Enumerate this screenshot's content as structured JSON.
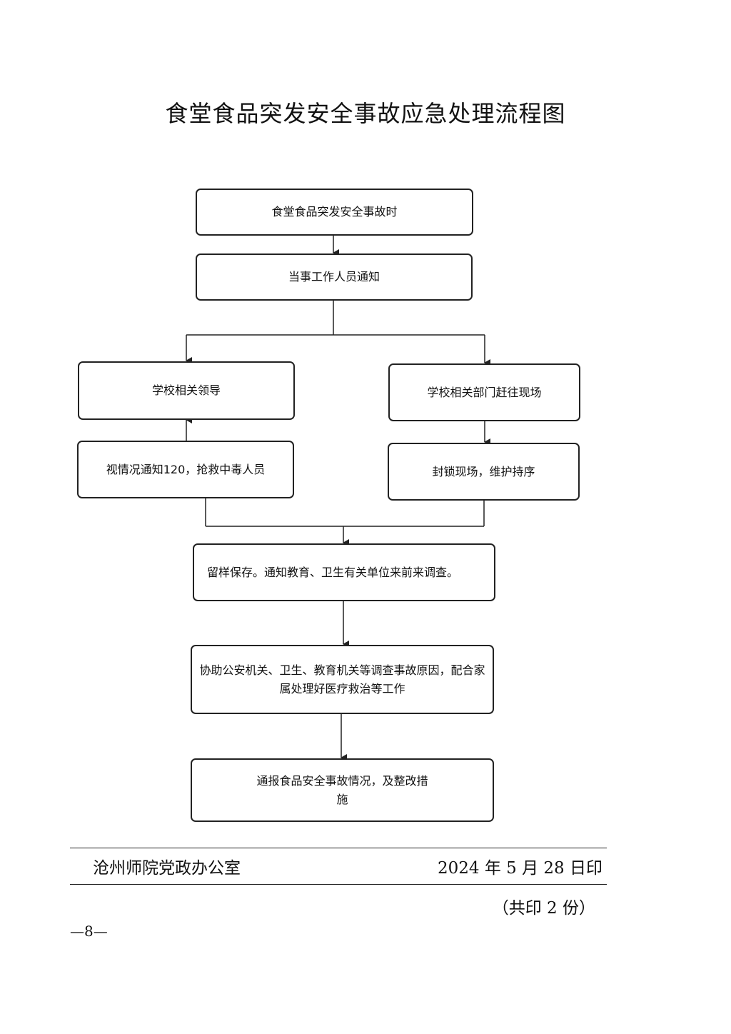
{
  "title": "食堂食品突发安全事故应急处理流程图",
  "flow": {
    "step1": "食堂食品突发安全事故时",
    "step2": "当事工作人员通知",
    "left_top": "学校相关领导",
    "left_bottom": "视情况通知120，抢救中毒人员",
    "right_top": "学校相关部门赶往现场",
    "right_bottom": "封锁现场，维护持序",
    "step5": "留样保存。通知教育、卫生有关单位来前来调查。",
    "step6": "协助公安机关、卫生、教育机关等调查事故原因，配合家属处理好医疗救治等工作",
    "step7": "通报食品安全事故情况，及整改措施"
  },
  "footer": {
    "org": "沧州师院党政办公室",
    "date": "2024 年 5 月 28 日印",
    "copies": "（共印 2 份）",
    "page_number": "—8—"
  }
}
